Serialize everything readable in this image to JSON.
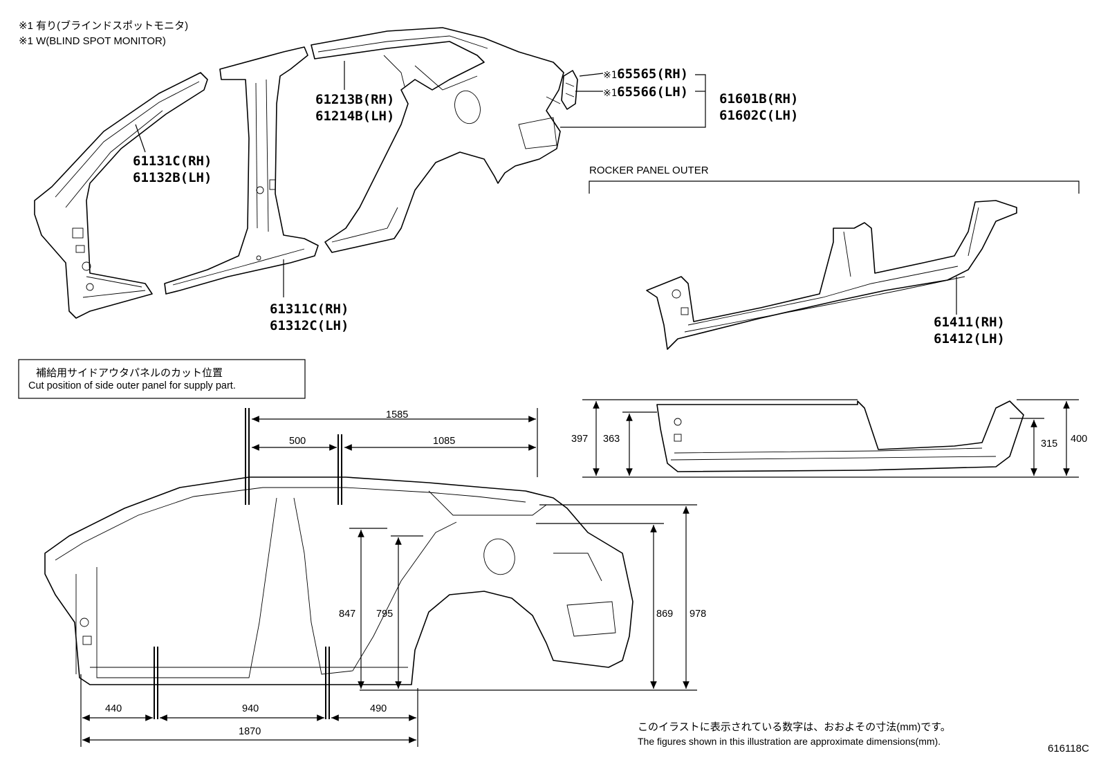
{
  "notes": {
    "note1_jp": "※1 有り(ブラインドスポットモニタ)",
    "note1_en": "※1 W(BLIND SPOT MONITOR)"
  },
  "parts": {
    "front_pillar": {
      "rh": "61131C(RH)",
      "lh": "61132B(LH)"
    },
    "roof_side_rail": {
      "rh": "61213B(RH)",
      "lh": "61214B(LH)"
    },
    "center_pillar": {
      "rh": "61311C(RH)",
      "lh": "61312C(LH)"
    },
    "quarter_panel": {
      "rh": "61601B(RH)",
      "lh": "61602C(LH)"
    },
    "bracket_rh": "65565(RH)",
    "bracket_lh": "65566(LH)",
    "bracket_mark": "※1",
    "rocker": {
      "rh": "61411(RH)",
      "lh": "61412(LH)"
    }
  },
  "rocker_title": "ROCKER PANEL OUTER",
  "cut_box": {
    "title_jp": "補給用サイドアウタパネルのカット位置",
    "title_en": "Cut position of side outer panel for supply part."
  },
  "dimensions": {
    "top_total": "1585",
    "top_left": "500",
    "top_right": "1085",
    "bottom_1": "440",
    "bottom_2": "940",
    "bottom_3": "490",
    "bottom_total": "1870",
    "v_847": "847",
    "v_795": "795",
    "v_869": "869",
    "v_978": "978",
    "rocker_397": "397",
    "rocker_363": "363",
    "rocker_315": "315",
    "rocker_400": "400"
  },
  "footer": {
    "jp": "このイラストに表示されている数字は、おおよその寸法(mm)です。",
    "en": "The figures shown in this illustration are approximate dimensions(mm).",
    "code": "616118C"
  }
}
